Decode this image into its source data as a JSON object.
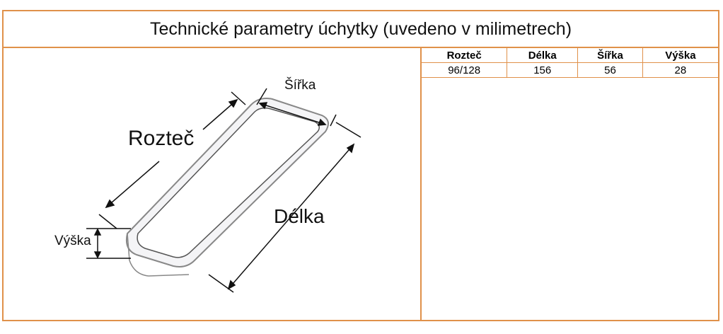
{
  "title": "Technické parametry úchytky (uvedeno v milimetrech)",
  "diagram_labels": {
    "roztec": "Rozteč",
    "delka": "Délka",
    "sirka": "Šířka",
    "vyska": "Výška"
  },
  "table": {
    "headers": [
      "Rozteč",
      "Délka",
      "Šířka",
      "Výška"
    ],
    "rows": [
      [
        "96/128",
        "156",
        "56",
        "28"
      ]
    ]
  },
  "colors": {
    "border": "#e0914a"
  }
}
